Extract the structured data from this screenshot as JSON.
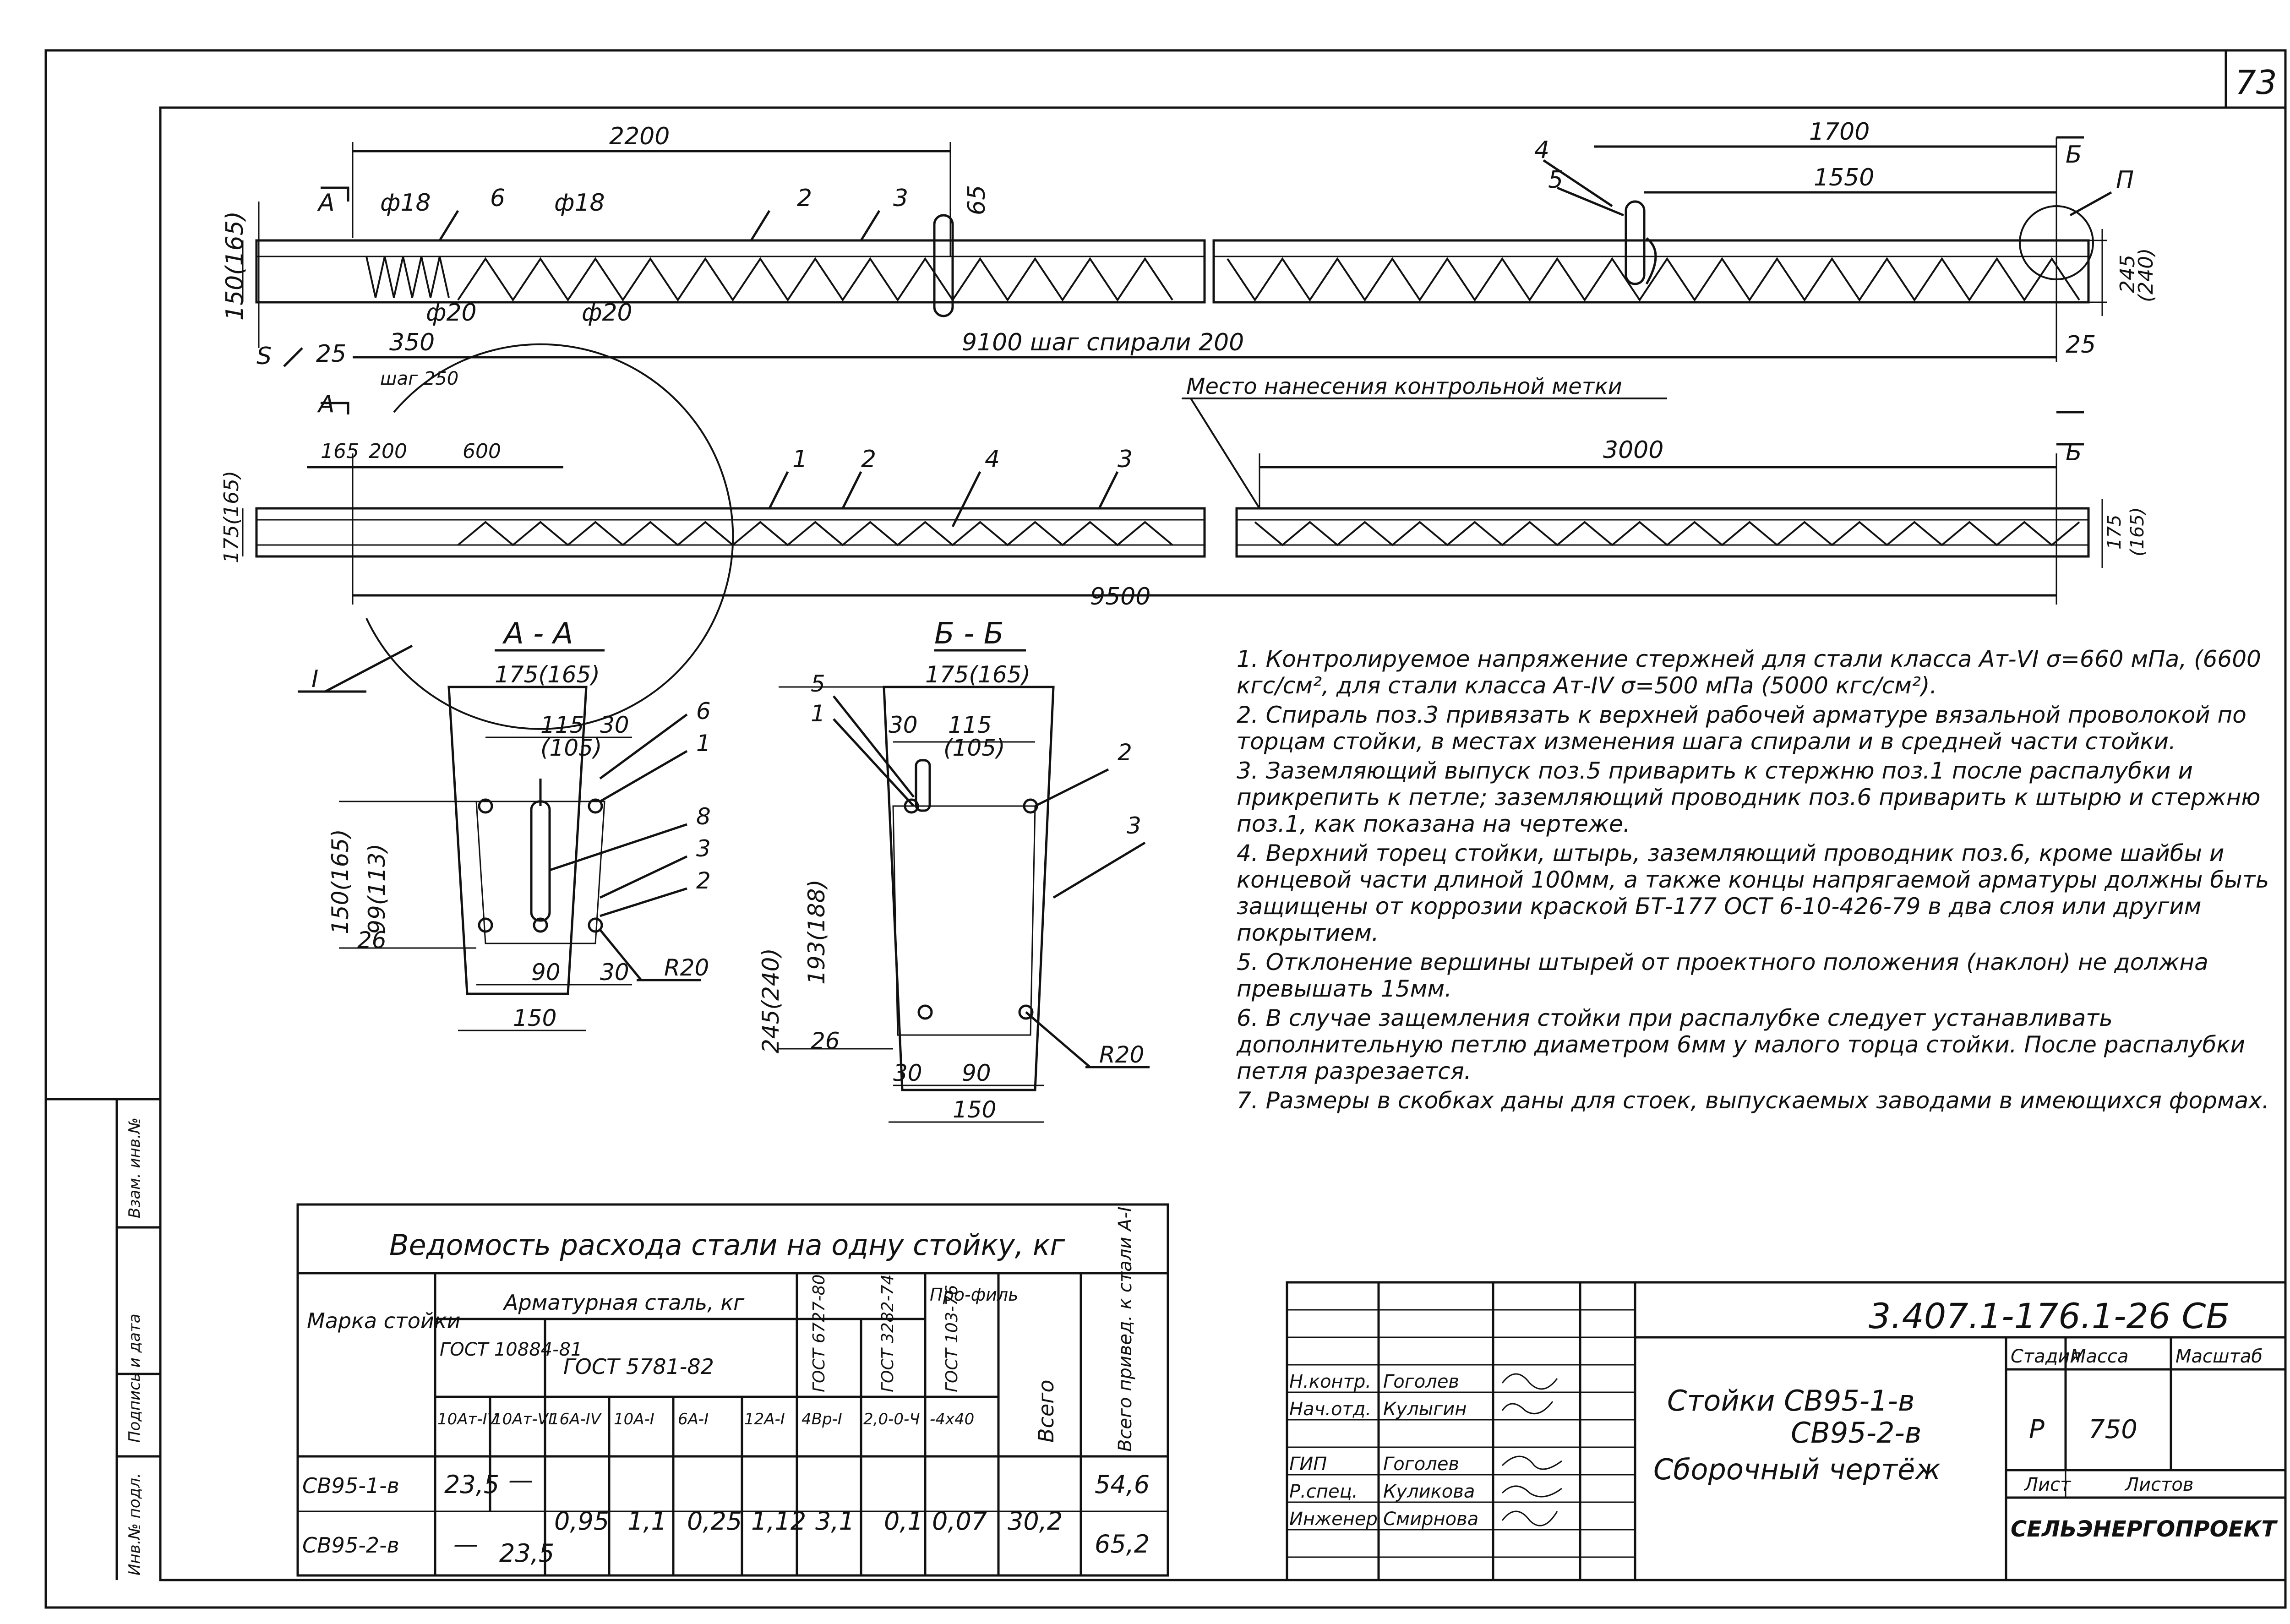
{
  "sheet_number": "73",
  "top_view": {
    "dims": {
      "d2200": "2200",
      "d1700": "1700",
      "d1550": "1550",
      "d9100": "9100 шаг спирали 200",
      "d350": "350",
      "d250": "шаг 250",
      "d25l": "25",
      "d25r": "25",
      "d150": "150(165)",
      "d245": "245",
      "d240": "(240)",
      "d65": "65",
      "phi18a": "ф18",
      "phi18b": "ф18",
      "phi20a": "ф20",
      "phi20b": "ф20",
      "s": "S"
    },
    "callouts": {
      "p6": "6",
      "p2": "2",
      "p3": "3",
      "p4": "4",
      "p5": "5",
      "pII": "П",
      "secA": "А",
      "secB": "Б"
    }
  },
  "bottom_view": {
    "label_mark": "Место нанесения контрольной метки",
    "dims": {
      "d165": "165",
      "d200": "200",
      "d600": "600",
      "d3000": "3000",
      "d9500": "9500",
      "d175l": "175(165)",
      "d175r": "175",
      "d165r": "(165)"
    },
    "callouts": {
      "p1": "1",
      "p2": "2",
      "p4": "4",
      "p3": "3",
      "pI": "I",
      "secA": "А",
      "secB": "Б"
    }
  },
  "section_aa": {
    "title": "А - А",
    "dims": {
      "w": "175(165)",
      "a115": "115",
      "a105": "(105)",
      "a30": "30",
      "h150": "150(165)",
      "h99": "99(113)",
      "a26": "26",
      "a90": "90",
      "a30b": "30",
      "w150": "150",
      "r": "R20"
    },
    "callouts": {
      "c6": "6",
      "c1": "1",
      "c8": "8",
      "c3": "3",
      "c2": "2"
    }
  },
  "section_bb": {
    "title": "Б - Б",
    "dims": {
      "w": "175(165)",
      "a30": "30",
      "a115": "115",
      "a105": "(105)",
      "h245": "245(240)",
      "h193": "193(188)",
      "a26": "26",
      "a30b": "30",
      "a90": "90",
      "w150": "150",
      "r": "R20"
    },
    "callouts": {
      "c5": "5",
      "c1": "1",
      "c2": "2",
      "c3": "3"
    }
  },
  "notes": [
    "1. Контролируемое напряжение стержней для стали класса Ат-VI σ=660 мПа, (6600 кгс/см², для стали класса Ат-IV σ=500 мПа (5000 кгс/см²).",
    "2. Спираль поз.3 привязать к верхней рабочей арматуре вязальной проволокой по торцам стойки, в местах изменения шага спирали и в средней части стойки.",
    "3. Заземляющий выпуск поз.5 приварить к стержню поз.1 после распалубки и прикрепить к петле; заземляющий проводник поз.6 приварить к штырю и стержню поз.1, как показана на чертеже.",
    "4. Верхний торец стойки, штырь, заземляющий проводник поз.6, кроме шайбы и концевой части длиной 100мм, а также концы напрягаемой арматуры должны быть защищены от коррозии краской БТ-177 ОСТ 6-10-426-79 в два слоя или другим покрытием.",
    "5. Отклонение вершины штырей от проектного положения (наклон) не должна превышать 15мм.",
    "6. В случае защемления стойки при распалубке следует устанавливать дополнительную петлю диаметром 6мм у малого торца стойки. После распалубки петля разрезается.",
    "7. Размеры в скобках даны для стоек, выпускаемых заводами в имеющихся формах."
  ],
  "steel_table": {
    "title": "Ведомость расхода стали на одну стойку, кг",
    "h_mark": "Марка стойки",
    "h_rebar": "Арматурная сталь, кг",
    "h_prof": "Про-филь",
    "h_total": "Всего",
    "h_total_red": "Всего привед. к стали А-I",
    "gost1": "ГОСТ 10884-81",
    "gost2": "ГОСТ 5781-82",
    "gost3": "ГОСТ 6727-80",
    "gost4": "ГОСТ 3282-74",
    "gost5": "ГОСТ 103-76",
    "sub": [
      "10Ат-IV",
      "10Ат-VI",
      "16А-IV",
      "10А-I",
      "6А-I",
      "12А-I",
      "4Вр-I",
      "2,0-0-Ч",
      "-4х40"
    ],
    "rows": [
      {
        "mark": "СВ95-1-в",
        "v1": "23,5",
        "v2": "—",
        "total_red": "54,6"
      },
      {
        "mark": "СВ95-2-в",
        "v1": "—",
        "v2": "23,5",
        "total_red": "65,2"
      }
    ],
    "common": [
      "0,95",
      "1,1",
      "0,25",
      "1,12",
      "3,1",
      "0,1",
      "0,07",
      "30,2"
    ]
  },
  "title_block": {
    "code": "3.407.1-176.1-26 СБ",
    "name_line1": "Стойки СВ95-1-в",
    "name_line2": "СВ95-2-в",
    "name_line3": "Сборочный чертёж",
    "roles": [
      "Н.контр.",
      "Нач.отд.",
      "ГИП",
      "Р.спец.",
      "Инженер"
    ],
    "people": [
      "Гоголев",
      "Кулыгин",
      "Гоголев",
      "Куликова",
      "Смирнова"
    ],
    "stage_h": "Стадия",
    "mass_h": "Масса",
    "scale_h": "Масштаб",
    "stage": "Р",
    "mass": "750",
    "sheet_h": "Лист",
    "sheets_h": "Листов",
    "org": "СЕЛЬЭНЕРГОПРОЕКТ"
  },
  "side_stamp": [
    "Инв.№ подл.",
    "Подпись и дата",
    "Взам. инв.№"
  ]
}
